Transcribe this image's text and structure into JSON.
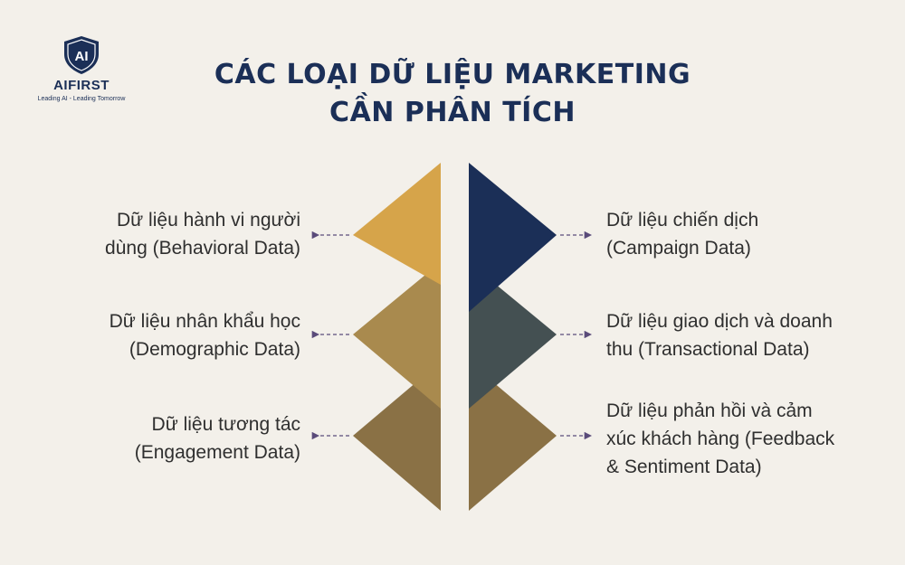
{
  "brand": {
    "logo_mark": "AI",
    "name": "AIFIRST",
    "tagline": "Leading AI - Leading Tomorrow"
  },
  "title": {
    "line1": "CÁC LOẠI DỮ LIỆU MARKETING",
    "line2": "CẦN PHÂN TÍCH"
  },
  "colors": {
    "navy": "#1b2f57",
    "gold": "#d6a44a",
    "olive_gold": "#a98a4e",
    "bronze": "#8a7145",
    "slate": "#445052",
    "background": "#f3f0ea"
  },
  "left_items": [
    {
      "lines": [
        "Dữ liệu hành vi người",
        "dùng (Behavioral Data)"
      ]
    },
    {
      "lines": [
        "Dữ liệu nhân khẩu học",
        "(Demographic Data)"
      ]
    },
    {
      "lines": [
        "Dữ liệu tương tác",
        "(Engagement Data)"
      ]
    }
  ],
  "right_items": [
    {
      "lines": [
        "Dữ liệu chiến dịch",
        "(Campaign Data)"
      ]
    },
    {
      "lines": [
        "Dữ liệu giao dịch và doanh",
        "thu (Transactional Data)"
      ]
    },
    {
      "lines": [
        "Dữ liệu phản hồi và cảm",
        "xúc khách hàng (Feedback",
        "& Sentiment Data)"
      ]
    }
  ]
}
